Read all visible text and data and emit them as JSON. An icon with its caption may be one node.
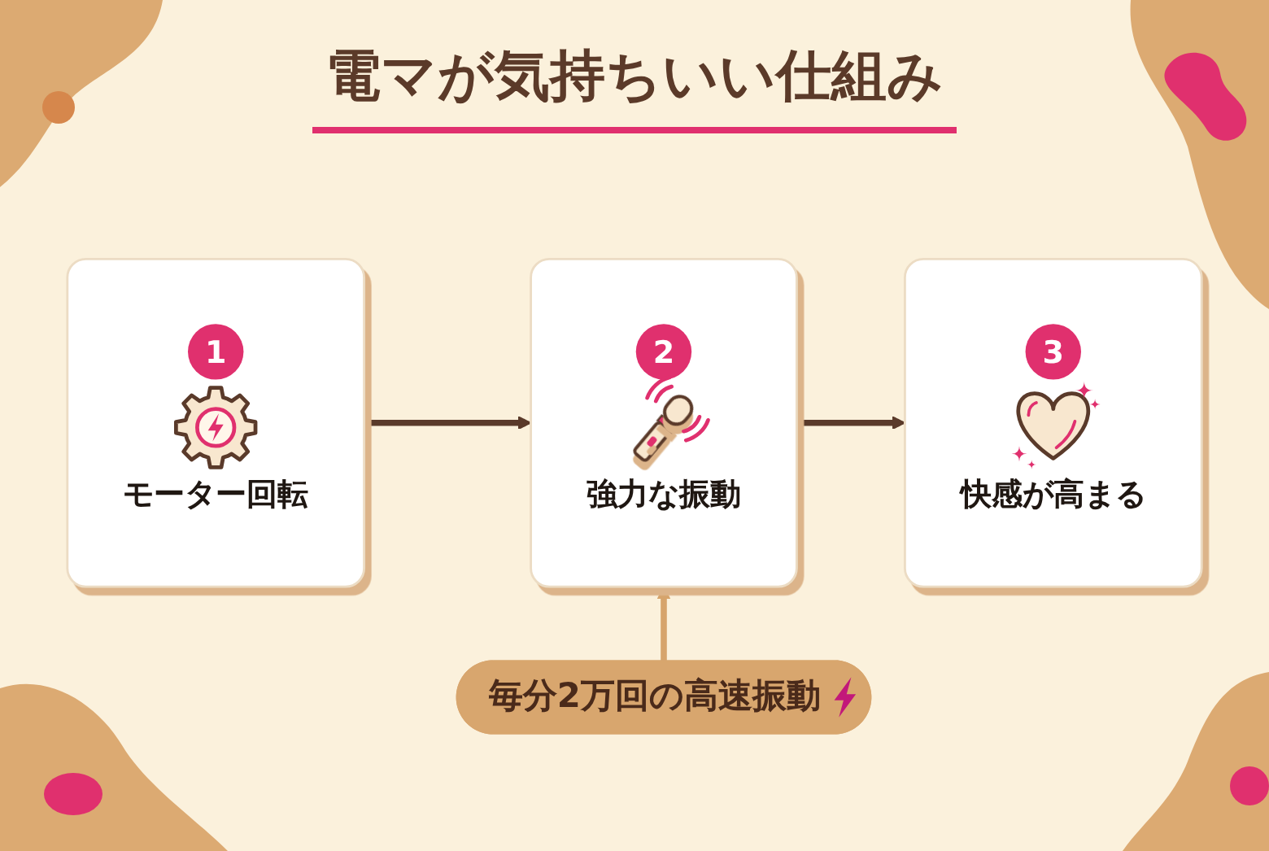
{
  "diagram": {
    "title": "電マが気持ちいい仕組み",
    "nodes": [
      {
        "text": [
          "1",
          "モーター回転"
        ]
      },
      {
        "text": [
          "2",
          "強力な振動"
        ]
      },
      {
        "text": [
          "3",
          "快感が高まる"
        ]
      },
      {
        "text": [
          "毎分2万回の高速振動"
        ]
      }
    ],
    "edges": [
      {
        "from": 0,
        "to": 1,
        "arrow": "to"
      },
      {
        "from": 1,
        "to": 2,
        "arrow": "to"
      },
      {
        "from": 3,
        "to": 1,
        "arrow": "to",
        "color": "#d6a46c"
      }
    ]
  }
}
